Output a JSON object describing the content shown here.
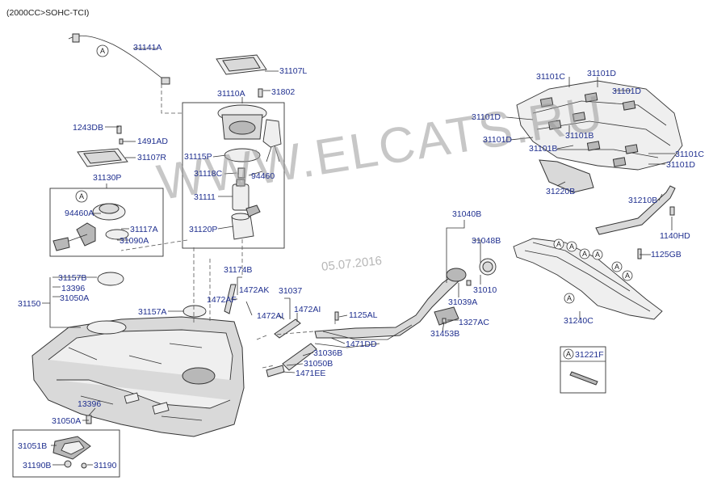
{
  "header": "(2000CC>SOHC-TCI)",
  "watermark": "WWW.ELCATS.RU",
  "date_stamp": "05.07.2016",
  "callout_letter": "A",
  "labels": {
    "p31141A": "31141A",
    "p31107L": "31107L",
    "p31110A": "31110A",
    "p31802": "31802",
    "p1243DB": "1243DB",
    "p1491AD": "1491AD",
    "p31107R": "31107R",
    "p31130P": "31130P",
    "p31115P": "31115P",
    "p31118C": "31118C",
    "p94460": "94460",
    "p31111": "31111",
    "p31120P": "31120P",
    "p94460A": "94460A",
    "p31117A": "31117A",
    "p31090A": "31090A",
    "p31101C_a": "31101C",
    "p31101D_a": "31101D",
    "p31101D_b": "31101D",
    "p31101D_c": "31101D",
    "p31101D_d": "31101D",
    "p31101B_a": "31101B",
    "p31101B_b": "31101B",
    "p31101C_b": "31101C",
    "p31101D_e": "31101D",
    "p31220B": "31220B",
    "p31210B": "31210B",
    "p1140HD": "1140HD",
    "p1125GB": "1125GB",
    "p31240C": "31240C",
    "p31221F": "31221F",
    "p31040B": "31040B",
    "p31048B": "31048B",
    "p31010": "31010",
    "p31039A": "31039A",
    "p1327AC": "1327AC",
    "p31453B": "31453B",
    "p1125AL": "1125AL",
    "p1471DD": "1471DD",
    "p31036B": "31036B",
    "p31050B": "31050B",
    "p1471EE": "1471EE",
    "p31037": "31037",
    "p1472AI_a": "1472AI",
    "p1472AI_b": "1472AI",
    "p31174B": "31174B",
    "p1472AF": "1472AF",
    "p1472AK": "1472AK",
    "p31157B": "31157B",
    "p13396_a": "13396",
    "p31050A_a": "31050A",
    "p31150": "31150",
    "p31157A": "31157A",
    "p13396_b": "13396",
    "p31050A_b": "31050A",
    "p31051B": "31051B",
    "p31190B": "31190B",
    "p31190": "31190"
  }
}
